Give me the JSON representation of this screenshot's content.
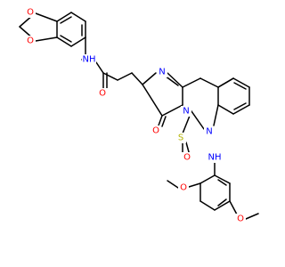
{
  "atom_colors": {
    "O": "#ff0000",
    "N": "#0000ff",
    "S": "#b3b300",
    "C": "#000000"
  },
  "labels": {
    "dioxole_o_top": "O",
    "dioxole_o_bottom": "O",
    "amide1_nh": "NH",
    "amide1_o": "O",
    "ring_n_top": "N",
    "ring_n_bridge": "N",
    "ring_n_quinaz": "N",
    "lactam_o": "O",
    "thioether_s": "S",
    "amide2_o": "O",
    "amide2_nh": "NH",
    "methoxy_o_top": "O",
    "methoxy_o_right": "O"
  }
}
